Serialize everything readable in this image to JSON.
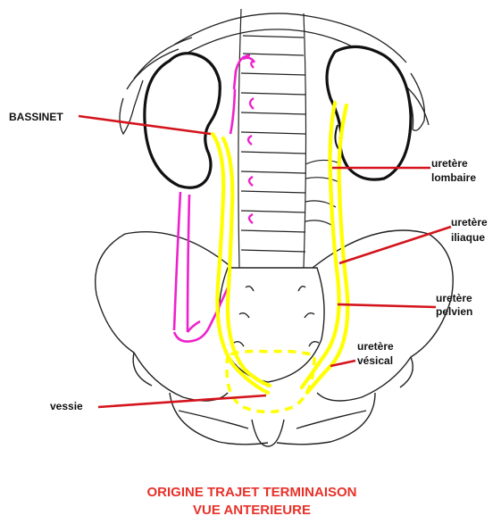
{
  "labels": {
    "bassinet": "BASSINET",
    "lombaire_1": "uretère",
    "lombaire_2": "lombaire",
    "iliaque_1": "uretère",
    "iliaque_2": "iliaque",
    "pelvien_1": "uretère",
    "pelvien_2": "pelvien",
    "vesical_1": "uretère",
    "vesical_2": "vésical",
    "vessie": "vessie"
  },
  "caption": {
    "line1": "ORIGINE TRAJET TERMINAISON",
    "line2": "VUE ANTERIEURE"
  },
  "colors": {
    "ureter": "#ffff00",
    "leader": "#d4141c",
    "artery": "#ee22cc",
    "outline": "#111111",
    "caption": "#e8312a"
  }
}
